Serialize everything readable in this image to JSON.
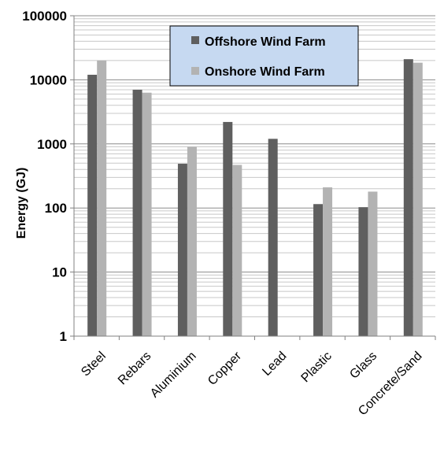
{
  "chart_data": {
    "type": "bar",
    "title": "",
    "xlabel": "",
    "ylabel": "Energy (GJ)",
    "yscale": "log",
    "ylim": [
      1,
      100000
    ],
    "yticks": [
      "1",
      "10",
      "100",
      "1000",
      "10000",
      "100000"
    ],
    "grid": "horizontal",
    "legend_position": "top-right",
    "categories": [
      "Steel",
      "Rebars",
      "Aluminium",
      "Copper",
      "Lead",
      "Plastic",
      "Glass",
      "Concrete/Sand"
    ],
    "series": [
      {
        "name": "Offshore Wind Farm",
        "color": "#5f5f5f",
        "values": [
          12000,
          7000,
          490,
          2200,
          1200,
          115,
          103,
          21000
        ]
      },
      {
        "name": "Onshore Wind Farm",
        "color": "#b3b3b3",
        "values": [
          20000,
          6300,
          900,
          470,
          null,
          210,
          180,
          18500
        ]
      }
    ]
  }
}
